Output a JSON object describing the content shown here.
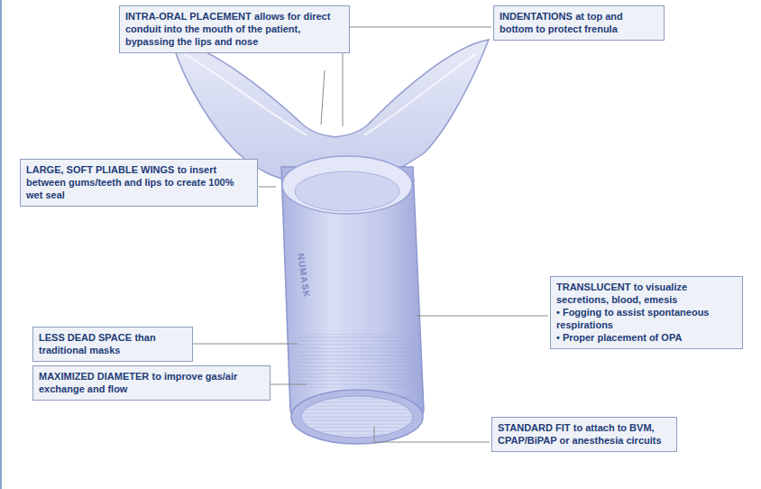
{
  "diagram": {
    "nodes": [
      {
        "text": [
          "INTRA-ORAL PLACEMENT",
          "allows for direct conduit into the mouth of the patient, bypassing the lips and nose"
        ]
      },
      {
        "text": [
          "INDENTATIONS",
          "at top and bottom to protect frenula"
        ]
      },
      {
        "text": [
          "LARGE, SOFT PLIABLE WINGS",
          "to insert between gums/teeth and lips to create 100% wet seal"
        ]
      },
      {
        "text": [
          "TRANSLUCENT",
          "to visualize secretions, blood, emesis",
          "• Fogging to assist spontaneous respirations",
          "• Proper placement of OPA"
        ]
      },
      {
        "text": [
          "LESS DEAD SPACE",
          "than traditional masks"
        ]
      },
      {
        "text": [
          "MAXIMIZED DIAMETER",
          "to improve gas/air exchange and flow"
        ]
      },
      {
        "text": [
          "STANDARD FIT",
          "to attach to BVM, CPAP/BiPAP or anesthesia circuits"
        ]
      }
    ],
    "labels": [
      "NUMASK"
    ]
  }
}
